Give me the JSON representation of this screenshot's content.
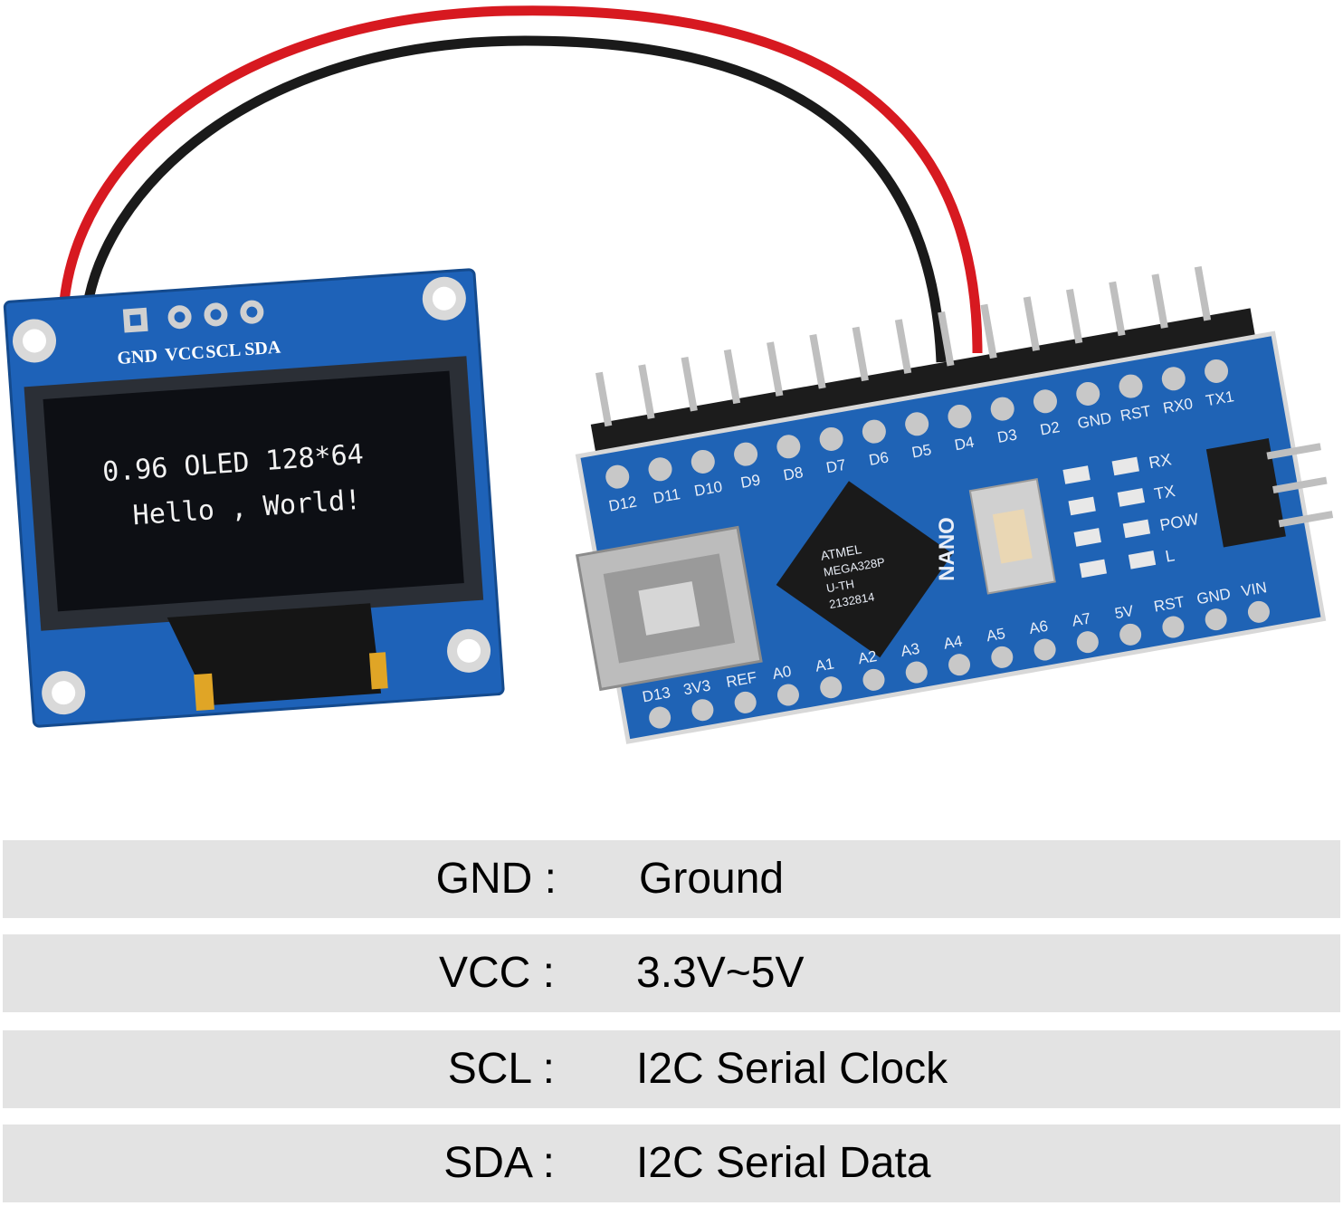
{
  "oled_module": {
    "screen_line_1": "0.96 OLED 128*64",
    "screen_line_2": "Hello , World!",
    "pin_labels": [
      "GND",
      "VCC",
      "SCL",
      "SDA"
    ]
  },
  "nano_board": {
    "brand": "NANO",
    "chip_line_1": "ATMEL",
    "chip_line_2": "MEGA328P",
    "chip_line_3": "U-TH",
    "chip_line_4": "2132814",
    "top_pins": [
      "D12",
      "D11",
      "D10",
      "D9",
      "D8",
      "D7",
      "D6",
      "D5",
      "D4",
      "D3",
      "D2",
      "GND",
      "RST",
      "RX0",
      "TX1"
    ],
    "bottom_pins": [
      "D13",
      "3V3",
      "REF",
      "A0",
      "A1",
      "A2",
      "A3",
      "A4",
      "A5",
      "A6",
      "A7",
      "5V",
      "RST",
      "GND",
      "VIN"
    ],
    "leds": [
      "RX",
      "TX",
      "POW",
      "L"
    ]
  },
  "pin_table": [
    {
      "key": "GND :",
      "desc": "Ground"
    },
    {
      "key": "VCC :",
      "desc": "3.3V~5V"
    },
    {
      "key": "SCL :",
      "desc": "I2C Serial Clock"
    },
    {
      "key": "SDA :",
      "desc": "I2C Serial Data"
    }
  ],
  "colors": {
    "wire_red": "#d71920",
    "wire_black": "#1a1a1a",
    "pcb_blue": "#1f63b5",
    "row_bg": "#e3e3e3"
  }
}
